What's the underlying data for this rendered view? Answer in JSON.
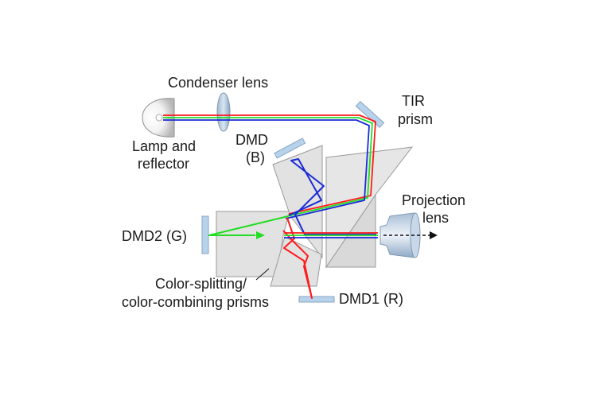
{
  "labels": {
    "condenser": "Condenser lens",
    "lamp_line1": "Lamp and",
    "lamp_line2": "reflector",
    "dmd_b_line1": "DMD",
    "dmd_b_line2": "(B)",
    "tir_line1": "TIR",
    "tir_line2": "prism",
    "proj_line1": "Projection",
    "proj_line2": "lens",
    "dmd2": "DMD2 (G)",
    "prisms_line1": "Color-splitting/",
    "prisms_line2": "color-combining prisms",
    "dmd1": "DMD1 (R)"
  },
  "colors": {
    "prism_fill": "#e2e2e2",
    "prism_stroke": "#9a9a9a",
    "optic_blue": "#b7d3ec",
    "ray_red": "#ff1a1a",
    "ray_green": "#22dd22",
    "ray_blue": "#1a2bd6"
  }
}
